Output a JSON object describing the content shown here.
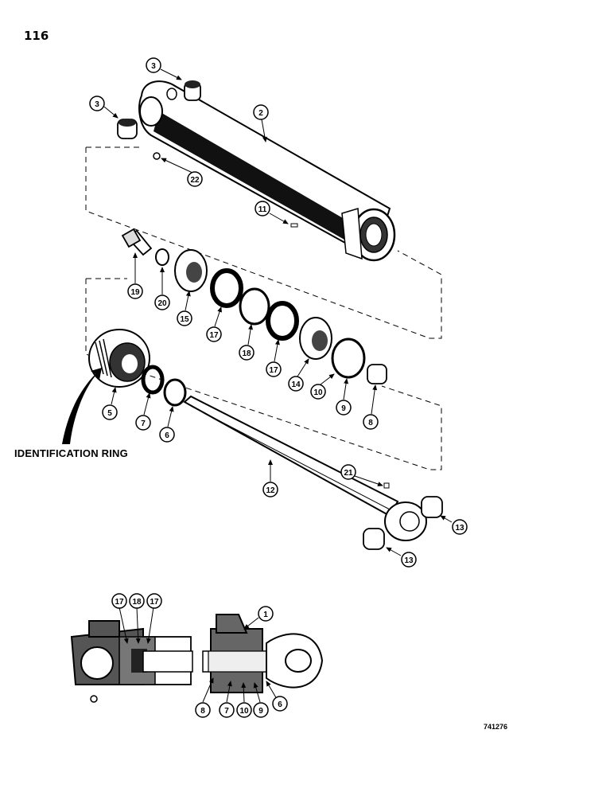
{
  "page": {
    "number": "116",
    "figure_number": "741276"
  },
  "identification_label": "IDENTIFICATION RING",
  "callouts": {
    "upper": [
      {
        "id": "c3a",
        "label": "3"
      },
      {
        "id": "c3b",
        "label": "3"
      },
      {
        "id": "c2",
        "label": "2"
      },
      {
        "id": "c22",
        "label": "22"
      },
      {
        "id": "c11",
        "label": "11"
      },
      {
        "id": "c19",
        "label": "19"
      },
      {
        "id": "c20",
        "label": "20"
      },
      {
        "id": "c15",
        "label": "15"
      },
      {
        "id": "c17a",
        "label": "17"
      },
      {
        "id": "c18",
        "label": "18"
      },
      {
        "id": "c17b",
        "label": "17"
      },
      {
        "id": "c14",
        "label": "14"
      },
      {
        "id": "c10",
        "label": "10"
      },
      {
        "id": "c9",
        "label": "9"
      },
      {
        "id": "c8",
        "label": "8"
      },
      {
        "id": "c5",
        "label": "5"
      },
      {
        "id": "c7",
        "label": "7"
      },
      {
        "id": "c6",
        "label": "6"
      },
      {
        "id": "c12",
        "label": "12"
      },
      {
        "id": "c21",
        "label": "21"
      },
      {
        "id": "c13a",
        "label": "13"
      },
      {
        "id": "c13b",
        "label": "13"
      }
    ],
    "section": [
      {
        "id": "s17a",
        "label": "17"
      },
      {
        "id": "s18",
        "label": "18"
      },
      {
        "id": "s17b",
        "label": "17"
      },
      {
        "id": "s1",
        "label": "1"
      },
      {
        "id": "s8",
        "label": "8"
      },
      {
        "id": "s7",
        "label": "7"
      },
      {
        "id": "s10",
        "label": "10"
      },
      {
        "id": "s9",
        "label": "9"
      },
      {
        "id": "s6",
        "label": "6"
      }
    ]
  }
}
